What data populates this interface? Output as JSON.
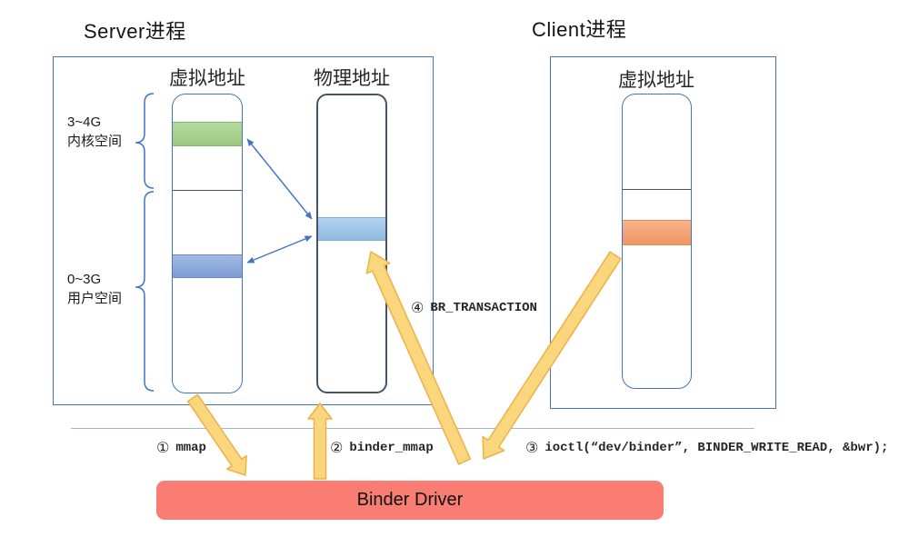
{
  "titles": {
    "server": "Server进程",
    "client": "Client进程"
  },
  "server_panel": {
    "virtual_header": "虚拟地址",
    "physical_header": "物理地址",
    "kernel_range": "3~4G",
    "kernel_space": "内核空间",
    "user_range": "0~3G",
    "user_space": "用户空间"
  },
  "client_panel": {
    "virtual_header": "虚拟地址"
  },
  "steps": [
    {
      "num": "①",
      "label": "mmap"
    },
    {
      "num": "②",
      "label": "binder_mmap"
    },
    {
      "num": "③",
      "label": "ioctl(“dev/binder”, BINDER_WRITE_READ, &bwr);"
    },
    {
      "num": "④",
      "label": "BR_TRANSACTION"
    }
  ],
  "driver": {
    "label": "Binder Driver"
  },
  "colors": {
    "panel_border_blue": "#4472C4",
    "physical_col_border": "#44546A",
    "kernel_block_green": "#A9D18E",
    "user_block_blue": "#8FAADC",
    "physical_block_blue": "#9DC3E6",
    "client_block_orange": "#F2A173",
    "big_arrow_yellow": "#FAD67C",
    "big_arrow_outline": "#F0AF4A",
    "thin_arrow_blue": "#4472C4",
    "driver_box_red": "#F97D73",
    "separator_blue": "#9DB7DC"
  }
}
